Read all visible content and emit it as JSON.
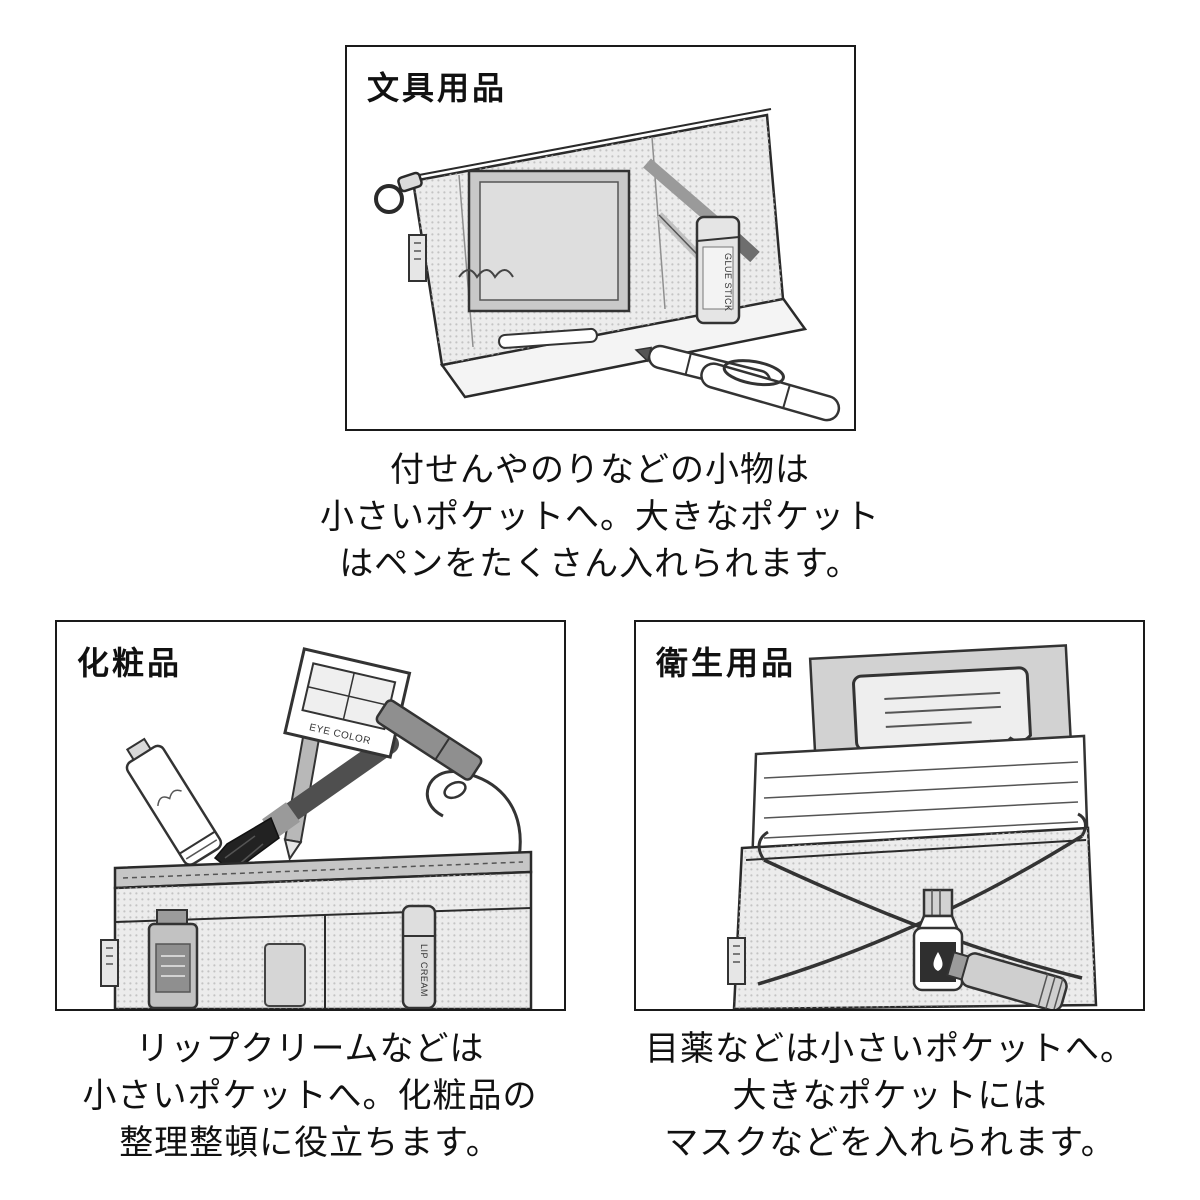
{
  "page": {
    "background": "#ffffff",
    "border_color": "#1a1a1a",
    "text_color": "#111111",
    "mesh_fill": "#ebebeb",
    "mesh_dot": "#bdbdbd"
  },
  "panels": [
    {
      "id": "stationery",
      "label": "文具用品",
      "caption_lines": [
        "付せんやのりなどの小物は",
        "小さいポケットへ。大きなポケット",
        "はペンをたくさん入れられます。"
      ],
      "item_labels": {
        "glue_stick": "GLUE STICK"
      },
      "illustration": "triangular-mesh-pen-pouch-with-pens-sticky-notes-and-glue-stick"
    },
    {
      "id": "cosmetics",
      "label": "化粧品",
      "caption_lines": [
        "リップクリームなどは",
        "小さいポケットへ。化粧品の",
        "整理整頓に役立ちます。"
      ],
      "item_labels": {
        "palette": "EYE COLOR",
        "lip_balm": "LIP CREAM"
      },
      "illustration": "mesh-pouch-with-cosmetics-brush-palette-and-lip-balm"
    },
    {
      "id": "hygiene",
      "label": "衛生用品",
      "caption_lines": [
        "目薬などは小さいポケットへ。",
        "大きなポケットには",
        "マスクなどを入れられます。"
      ],
      "illustration": "mesh-pouch-with-mask-eye-drops-and-ointment-tube"
    }
  ]
}
